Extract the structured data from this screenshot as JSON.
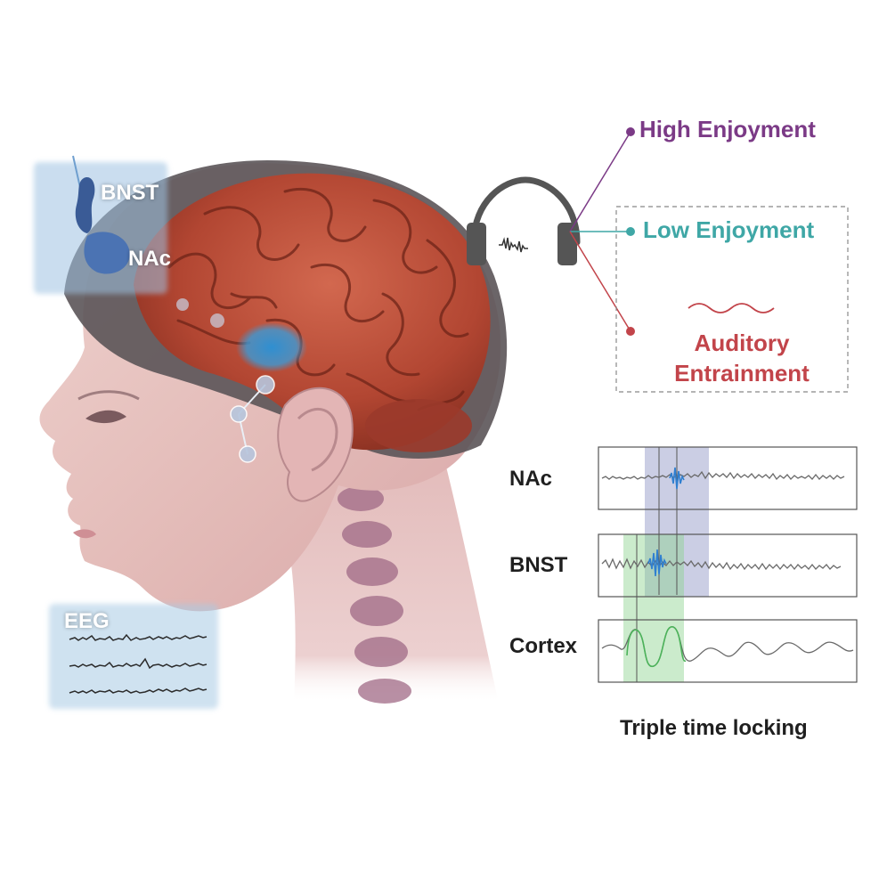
{
  "illustration": {
    "inset_labels": {
      "bnst": "BNST",
      "nac": "NAc"
    },
    "eeg_label": "EEG"
  },
  "conditions": {
    "high": "High Enjoyment",
    "low": "Low Enjoyment",
    "entrainment_line1": "Auditory",
    "entrainment_line2": "Entrainment"
  },
  "traces": {
    "nac": "NAc",
    "bnst": "BNST",
    "cortex": "Cortex",
    "caption": "Triple time locking"
  },
  "colors": {
    "high": "#7b3a86",
    "low": "#3fa7a6",
    "entrainment": "#c2444a",
    "brain": "#b24632",
    "skin": "#e8c4c0",
    "blue_highlight": "#8c93c4",
    "green_highlight": "#8cd38f"
  },
  "icons": [
    "headphones-icon",
    "sound-wave-icon"
  ]
}
